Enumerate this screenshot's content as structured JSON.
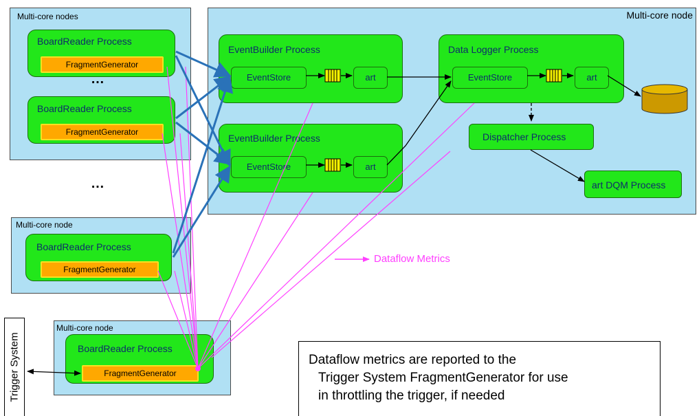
{
  "nodes": {
    "top_left": "Multi-core nodes",
    "big": "Multi-core node",
    "mid": "Multi-core node",
    "bottom": "Multi-core node"
  },
  "boardreaders": [
    {
      "label": "BoardReader Process",
      "fragment": "FragmentGenerator"
    },
    {
      "label": "BoardReader Process",
      "fragment": "FragmentGenerator"
    },
    {
      "label": "BoardReader Process",
      "fragment": "FragmentGenerator"
    },
    {
      "label": "BoardReader Process",
      "fragment": "FragmentGenerator"
    }
  ],
  "ellipsis": "…",
  "eventbuilders": [
    {
      "label": "EventBuilder Process",
      "store": "EventStore",
      "art": "art"
    },
    {
      "label": "EventBuilder Process",
      "store": "EventStore",
      "art": "art"
    }
  ],
  "datalogger": {
    "label": "Data Logger Process",
    "store": "EventStore",
    "art": "art"
  },
  "dispatcher": "Dispatcher Process",
  "dqm": "art DQM Process",
  "trigger": "Trigger System",
  "legend": "Dataflow Metrics",
  "note": [
    "Dataflow metrics are reported to the",
    "  Trigger System FragmentGenerator for use",
    "  in throttling the trigger, if needed"
  ],
  "colors": {
    "node_bg": "#b0e0f4",
    "process_green": "#22e71a",
    "fragment_orange": "#ffa800",
    "blue_arrow": "#2a72b8",
    "metrics_magenta": "#ff40ff",
    "disk": "#cc9900"
  }
}
